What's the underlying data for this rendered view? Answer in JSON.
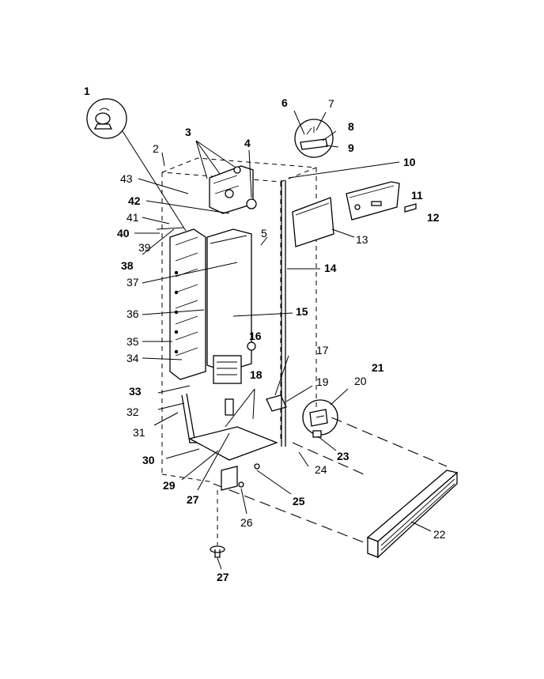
{
  "callouts": [
    "1",
    "2",
    "3",
    "4",
    "5",
    "6",
    "7",
    "8",
    "9",
    "10",
    "11",
    "12",
    "13",
    "14",
    "15",
    "16",
    "17",
    "18",
    "19",
    "20",
    "21",
    "22",
    "23",
    "24",
    "25",
    "26",
    "27",
    "27",
    "29",
    "30",
    "31",
    "32",
    "33",
    "34",
    "35",
    "36",
    "37",
    "38",
    "39",
    "40",
    "41",
    "42",
    "43"
  ]
}
